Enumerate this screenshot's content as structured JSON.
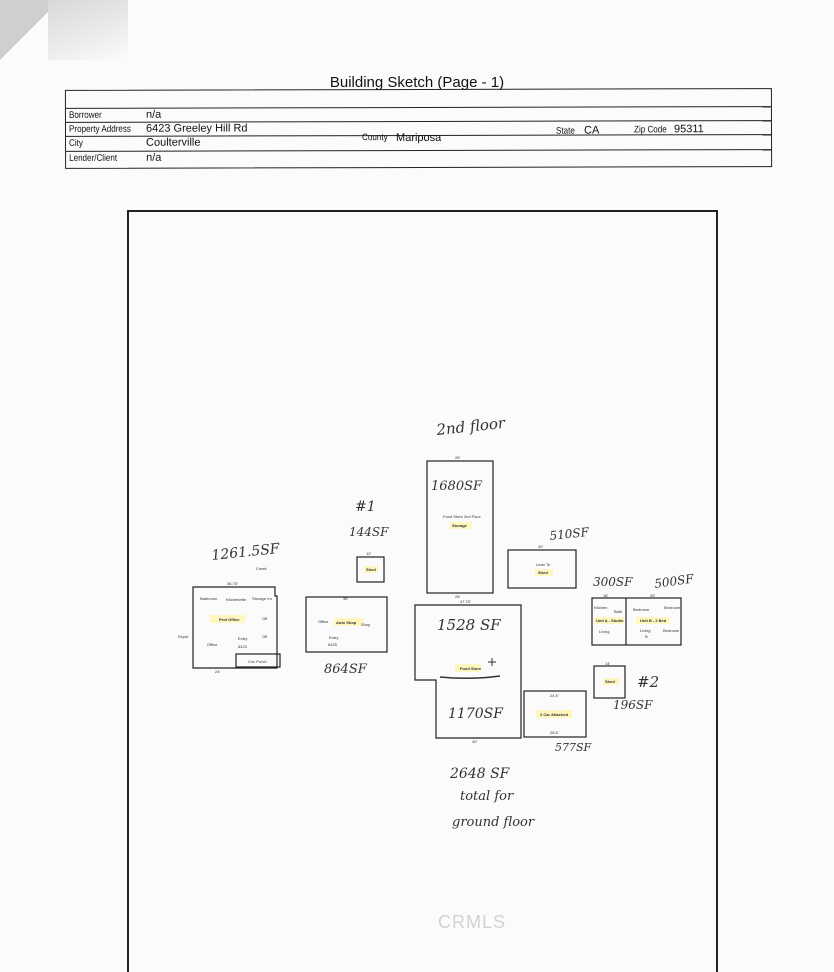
{
  "header": {
    "title": "Building Sketch (Page - 1)",
    "borrower_label": "Borrower",
    "borrower": "n/a",
    "address_label": "Property Address",
    "address": "6423 Greeley Hill Rd",
    "city_label": "City",
    "city": "Coulterville",
    "county_label": "County",
    "county": "Mariposa",
    "state_label": "State",
    "state": "CA",
    "zip_label": "Zip Code",
    "zip": "95311",
    "lender_label": "Lender/Client",
    "lender": "n/a"
  },
  "rooms": {
    "prof_office": {
      "name": "Prof Office",
      "labels": [
        "Bathroom",
        "Kitchenette",
        "Storage rm",
        "Off",
        "Off",
        "Office",
        "Entry",
        "6423",
        "Creek",
        "Drywl"
      ],
      "porch": "Cov Porch",
      "dim_top": "36.75'",
      "dim_bottom": "24'"
    },
    "auto_shop": {
      "name": "Auto Shop",
      "labels": [
        "Office",
        "Shop",
        "Entry",
        "6425"
      ],
      "dim": "36'"
    },
    "shed1": {
      "name": "Shed",
      "dim": "12'"
    },
    "food_store_2nd": {
      "name": "Food Store 2nd Floor",
      "sub": "Storage",
      "dim_top": "28'",
      "dim_bottom": "28'"
    },
    "lean_to": {
      "name": "Lean To",
      "sub": "Shed",
      "dim": "30'"
    },
    "food_store": {
      "name": "Food Store",
      "dim_top": "47.75'",
      "dim_bottom": "40'"
    },
    "garage": {
      "name": "2 Car Attached",
      "dim_top": "24.5'",
      "dim_bottom": "28.5'"
    },
    "unit_a": {
      "name": "Unit A - Studio",
      "labels": [
        "Kitchen",
        "Bath",
        "Living"
      ],
      "dim": "18'"
    },
    "unit_b": {
      "name": "Unit B - 2 Bed",
      "labels": [
        "Bedroom",
        "Bedroom",
        "Bedroom",
        "Living",
        "B"
      ],
      "dim": "25'"
    },
    "shed2": {
      "name": "Shed",
      "dim": "14'"
    }
  },
  "annotations": {
    "second_floor": "2nd floor",
    "a1680": "1680SF",
    "n1": "#1",
    "a144": "144SF",
    "a1261": "1261.5SF",
    "a510": "510SF",
    "a300": "300SF",
    "a500": "500SF",
    "a1528": "1528 SF",
    "a1170": "1170SF",
    "a864": "864SF",
    "a577": "577SF",
    "n2": "#2",
    "a196": "196SF",
    "total1": "2648 SF",
    "total2": "total for",
    "total3": "ground floor"
  },
  "watermark": "CRMLS"
}
